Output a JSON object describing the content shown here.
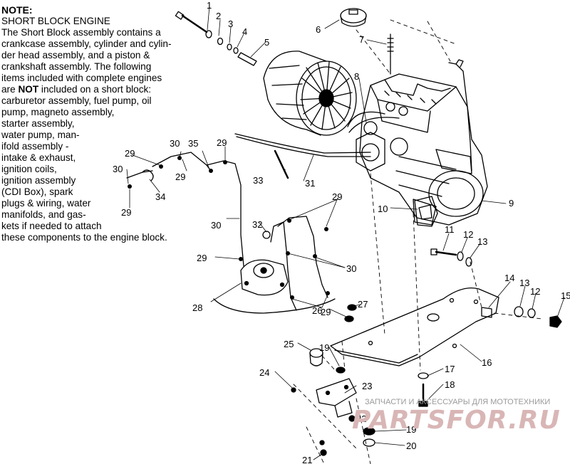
{
  "note": {
    "heading": "NOTE:",
    "subheading": "SHORT BLOCK ENGINE",
    "lines": [
      "The Short Block assembly contains a",
      "crankcase assembly, cylinder and cylin-",
      "der head assembly, and a piston &",
      "crankshaft assembly.  The following",
      "items included with complete engines",
      "are",
      "included on a short block:",
      "carburetor assembly, fuel pump, oil",
      "pump, magneto assembly,",
      "starter assembly,",
      "water pump, man-",
      "ifold assembly -",
      "intake & exhaust,",
      "ignition coils,",
      "ignition assembly",
      "(CDI Box), spark",
      "plugs & wiring, water",
      "manifolds, and gas-",
      "kets if needed to attach",
      "these components to the engine block."
    ],
    "emphasis": "NOT"
  },
  "callouts": [
    "1",
    "2",
    "3",
    "4",
    "5",
    "6",
    "7",
    "8",
    "9",
    "10",
    "11",
    "12",
    "13",
    "14",
    "13",
    "12",
    "15",
    "16",
    "17",
    "18",
    "19",
    "20",
    "21",
    "22",
    "23",
    "19",
    "24",
    "25",
    "26",
    "27",
    "28",
    "29",
    "29",
    "29",
    "29",
    "29",
    "29",
    "29",
    "30",
    "30",
    "30",
    "30",
    "31",
    "32",
    "33",
    "34",
    "35"
  ],
  "watermark": {
    "caption": "ЗАПЧАСТИ И АКСЕССУАРЫ ДЛЯ МОТОТЕХНИКИ",
    "logo": "PARTSFOR.RU"
  }
}
